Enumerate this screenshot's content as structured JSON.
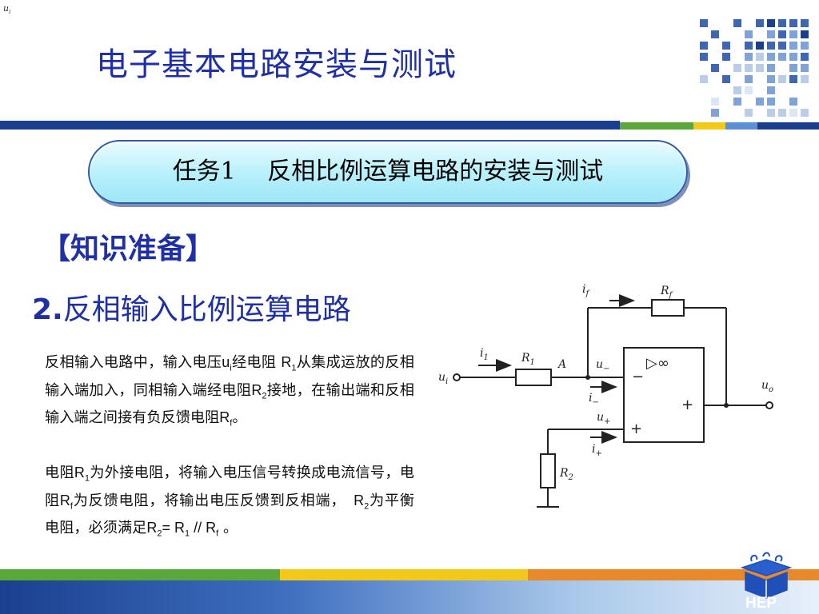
{
  "corner_mark": {
    "base": "u",
    "sub": "i"
  },
  "title": "电子基本电路安装与测试",
  "task_banner": "任务1　 反相比例运算电路的安装与测试",
  "knowledge_heading": "【知识准备】",
  "section": {
    "number": "2.",
    "heading": "反相输入比例运算电路"
  },
  "paragraph1": {
    "t1": "反相输入电路中，输入电压",
    "u": "u",
    "u_sub": "i",
    "t2": "经电阻 ",
    "r1": "R",
    "r1_sub": "1",
    "t3": "从集成运放的反相输入端加入，同相输入端经电阻",
    "r2": "R",
    "r2_sub": "2",
    "t4": "接地，在输出端和反相输入端之间接有负反馈电阻",
    "rf": "R",
    "rf_sub": "f",
    "t5": "。"
  },
  "paragraph2": {
    "t1": "电阻",
    "r1": "R",
    "r1_sub": "1",
    "t2": "为外接电阻，将输入电压信号转换成电流信号，电阻",
    "rf": "R",
    "rf_sub": "f",
    "t3": "为反馈电阻，将输出电压反馈到反相端，　",
    "r2": "R",
    "r2_sub": "2",
    "t4": "为平衡电阻，必须满足",
    "eq_a": "R",
    "eq_a_sub": "2",
    "eq_op": "= ",
    "eq_b": "R",
    "eq_b_sub": "1",
    "eq_par": " // ",
    "eq_c": "R",
    "eq_c_sub": "f",
    "eq_end": " 。"
  },
  "circuit_labels": {
    "i_f": "i",
    "i_f_sub": "f",
    "r_f": "R",
    "r_f_sub": "f",
    "i_1": "i",
    "i_1_sub": "1",
    "r_1": "R",
    "r_1_sub": "1",
    "node_a": "A",
    "u_minus": "u",
    "u_minus_sub": "−",
    "amp_symbol": "▷∞",
    "minus_sign": "−",
    "plus_sign": "+",
    "u_i": "u",
    "u_i_sub": "i",
    "i_minus": "i",
    "i_minus_sub": "−",
    "u_plus": "u",
    "u_plus_sub": "+",
    "out_plus": "+",
    "u_o": "u",
    "u_o_sub": "o",
    "i_plus": "i",
    "i_plus_sub": "+",
    "r_2": "R",
    "r_2_sub": "2"
  },
  "logo_text": "HEP",
  "colors": {
    "title": "#1f2fa6",
    "band_blue": "#1b3f8f",
    "green": "#5aa83a",
    "yellow": "#f2c919",
    "orange": "#e8892c",
    "light_blue": "#5b8fd6",
    "banner": "#b6f0fb"
  }
}
